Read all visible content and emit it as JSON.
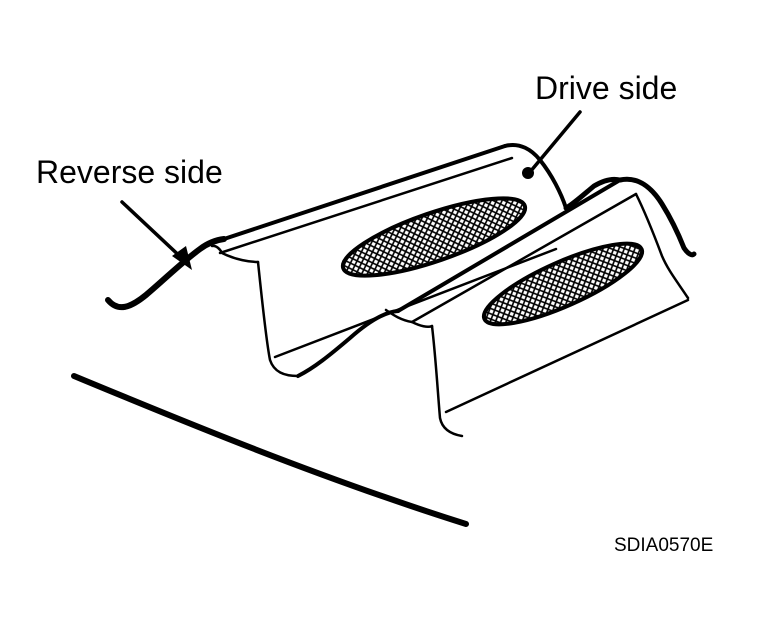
{
  "labels": {
    "drive_side": "Drive side",
    "reverse_side": "Reverse side",
    "figure_code": "SDIA0570E"
  },
  "colors": {
    "ink": "#000000",
    "background": "#ffffff"
  }
}
